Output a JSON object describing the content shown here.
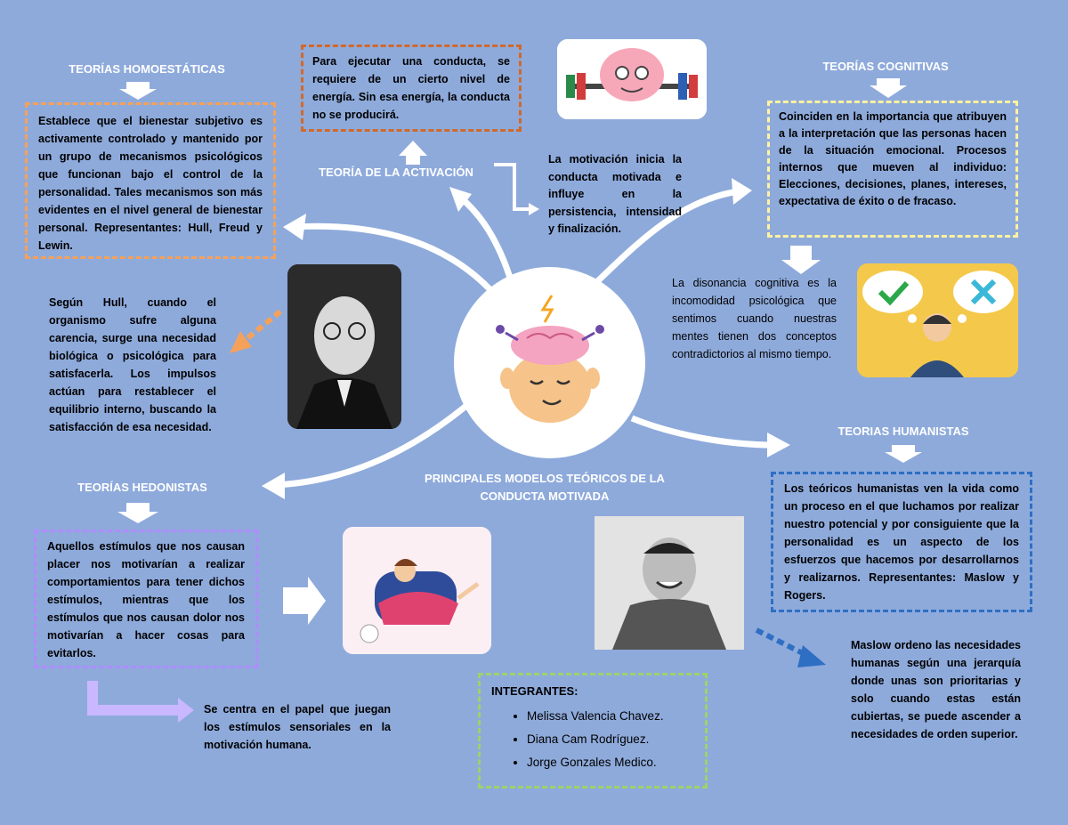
{
  "homeostaticas": {
    "title": "TEORÍAS HOMOESTÁTICAS",
    "text": "Establece que el bienestar subjetivo es activamente controlado y mantenido por un grupo de mecanismos psicológicos que funcionan bajo el control de la personalidad. Tales mecanismos son más evidentes en el nivel general de bienestar personal. Representantes: Hull, Freud y Lewin."
  },
  "hull": {
    "text": "Según Hull, cuando el organismo sufre alguna carencia, surge una necesidad biológica o psicológica para satisfacerla. Los impulsos actúan para restablecer el equilibrio interno, buscando la satisfacción de esa necesidad."
  },
  "activacion": {
    "title": "TEORÍA DE LA ACTIVACIÓN",
    "text": "Para ejecutar una conducta, se requiere de un cierto nivel de energía. Sin esa energía, la conducta no se producirá."
  },
  "motivacion": {
    "text": "La motivación inicia la conducta motivada e influye en la persistencia, intensidad y finalización."
  },
  "cognitivas": {
    "title": "TEORÍAS COGNITIVAS",
    "text": "Coinciden en la importancia que atribuyen a la interpretación que las personas hacen de la situación emocional. Procesos internos que mueven al individuo: Elecciones, decisiones, planes, intereses, expectativa de éxito o de fracaso."
  },
  "disonancia": {
    "text": "La disonancia cognitiva es la incomodidad psicológica que sentimos cuando nuestras mentes tienen dos conceptos contradictorios al mismo tiempo."
  },
  "humanistas": {
    "title": "TEORIAS HUMANISTAS",
    "text": "Los teóricos humanistas ven la vida como un proceso en el que luchamos por realizar nuestro potencial y por consiguiente que la personalidad es un aspecto de los esfuerzos que hacemos por desarrollarnos y realizarnos. Representantes: Maslow y Rogers."
  },
  "maslow": {
    "text": "Maslow ordeno las necesidades humanas según una jerarquía donde unas son prioritarias y solo cuando estas están cubiertas, se puede ascender a necesidades de orden superior."
  },
  "hedonistas": {
    "title": "TEORÍAS HEDONISTAS",
    "text": "Aquellos estímulos que nos causan placer nos motivarían a realizar comportamientos para tener dichos estímulos, mientras que los estímulos que nos causan dolor nos motivarían a hacer cosas para evitarlos.",
    "extra": "Se centra en el papel que juegan los estímulos sensoriales en la motivación humana."
  },
  "center": {
    "title": "PRINCIPALES MODELOS TEÓRICOS DE LA CONDUCTA MOTIVADA"
  },
  "integrantes": {
    "title": "INTEGRANTES:",
    "members": [
      "Melissa Valencia Chavez.",
      "Diana Cam Rodríguez.",
      "Jorge Gonzales Medico."
    ]
  },
  "colors": {
    "background": "#8eaadb",
    "orange": "#f5a15a",
    "yellow": "#fff2a0",
    "purple": "#b08cff",
    "blue": "#2e6fc4",
    "green": "#9ed26a"
  },
  "icons": [
    "brain-head-icon",
    "check-icon",
    "cross-icon",
    "brain-lifting-icon"
  ]
}
